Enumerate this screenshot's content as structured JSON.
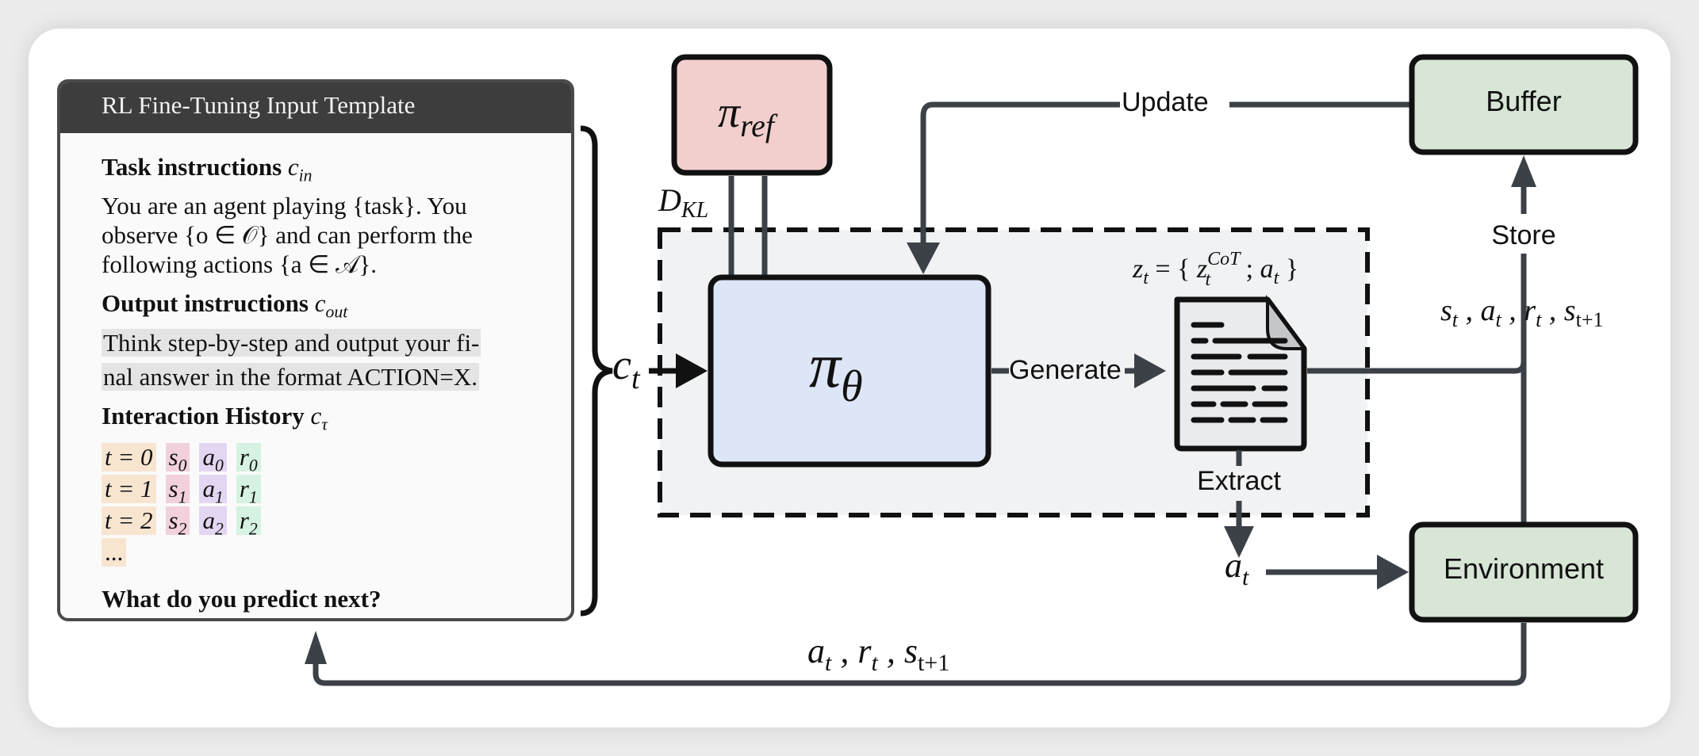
{
  "template": {
    "title": "RL Fine-Tuning Input Template",
    "task": {
      "heading": "Task instructions",
      "symbol": "c",
      "symbol_sub": "in",
      "lines": [
        "You are an agent playing {task}. You",
        "observe {o ∈ 𝒪} and can perform the",
        "following actions {a ∈ 𝒜}."
      ]
    },
    "output": {
      "heading": "Output instructions",
      "symbol": "c",
      "symbol_sub": "out",
      "lines": [
        "Think step-by-step and output your fi-",
        "nal answer in the format ACTION=X."
      ]
    },
    "history": {
      "heading": "Interaction History",
      "symbol": "c",
      "symbol_sub": "τ",
      "rows": [
        {
          "t": "t = 0",
          "s": "s",
          "a": "a",
          "r": "r",
          "idx": "0"
        },
        {
          "t": "t = 1",
          "s": "s",
          "a": "a",
          "r": "r",
          "idx": "1"
        },
        {
          "t": "t = 2",
          "s": "s",
          "a": "a",
          "r": "r",
          "idx": "2"
        }
      ],
      "ellipsis": "..."
    },
    "question": "What do you predict next?"
  },
  "diagram": {
    "context_label": "c",
    "context_sub": "t",
    "policy_ref": {
      "symbol": "π",
      "sub": "ref"
    },
    "policy": {
      "symbol": "π",
      "sub": "θ"
    },
    "kl_label": {
      "symbol": "D",
      "sub": "KL"
    },
    "update_label": "Update",
    "buffer_label": "Buffer",
    "store_label": "Store",
    "generate_label": "Generate",
    "extract_label": "Extract",
    "environment_label": "Environment",
    "z_label": "z_t = { z_t^CoT ; a_t }",
    "transition_label": "s_t , a_t , r_t , s_t+1",
    "action_label": "a_t",
    "feedback_label": "a_t , r_t , s_t+1"
  },
  "colors": {
    "arrow": "#3c4148",
    "policy_fill": "#dce6f7",
    "ref_fill": "#f2cfcd",
    "green_fill": "#d7e6d5",
    "dashed_fill": "#f1f2f4",
    "doc_fill": "#e9ebee"
  }
}
